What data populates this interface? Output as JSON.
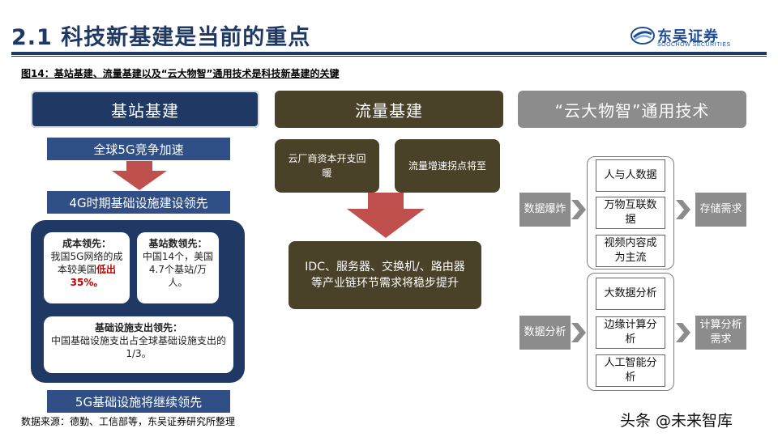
{
  "header": {
    "title": "2.1 科技新基建是当前的重点",
    "logo_name": "东吴证券",
    "logo_en": "SOOCHOW SECURITIES"
  },
  "figure_title": "图14：基站基建、流量基建以及“云大物智”通用技术是科技新基建的关键",
  "columns": {
    "col1": {
      "header": "基站基建",
      "top": "全球5G竞争加速",
      "middle": "4G时期基础设施建设领先",
      "card_cost": {
        "title": "成本领先：",
        "body": "我国5G网络的成本较美国",
        "highlight": "低出35%。"
      },
      "card_base": {
        "title": "基站数领先：",
        "body": "中国14个，美国4.7个基站/万人。"
      },
      "card_spend": {
        "title": "基础设施支出领先：",
        "body": "中国基础设施支出占全球基础设施支出的1/3。"
      },
      "bottom": "5G基础设施将继续领先"
    },
    "col2": {
      "header": "流量基建",
      "box_a": "云厂商资本开支回暖",
      "box_b": "流量增速拐点将至",
      "box_c": "IDC、服务器、交换机/、路由器等产业链环节需求将稳步提升"
    },
    "col3": {
      "header": "“云大物智”通用技术",
      "left_top": "数据爆炸",
      "left_bottom": "数据分析",
      "right_top": "存储需求",
      "right_bottom": "计算分析需求",
      "group_top": [
        "人与人数据",
        "万物互联数据",
        "视频内容成为主流"
      ],
      "group_bottom": [
        "大数据分析",
        "边缘计算分析",
        "人工智能分析"
      ]
    }
  },
  "source": "数据来源：德勤、工信部等，东吴证券研究所整理",
  "watermark": "头条 @未来智库",
  "colors": {
    "navy": "#1f3864",
    "olive": "#4a4129",
    "gray": "#8c8c8c",
    "arrow": "#c0504d"
  }
}
